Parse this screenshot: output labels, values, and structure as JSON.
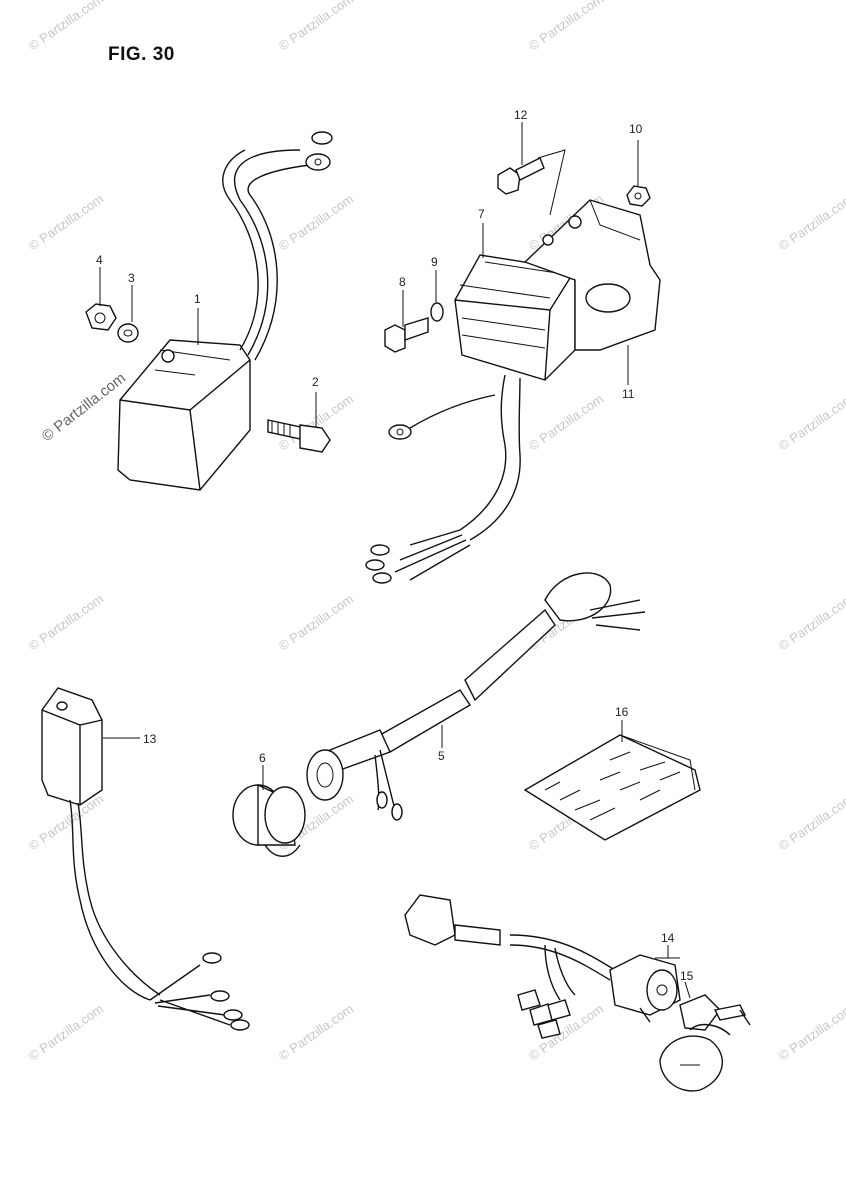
{
  "figure": {
    "title": "FIG. 30"
  },
  "watermark": {
    "main": "© Partzilla.com",
    "tile": "© Partzilla.com"
  },
  "callouts": {
    "p1": "1",
    "p2": "2",
    "p3": "3",
    "p4": "4",
    "p5": "5",
    "p6": "6",
    "p7": "7",
    "p8": "8",
    "p9": "9",
    "p10": "10",
    "p11": "11",
    "p12": "12",
    "p13": "13",
    "p14": "14",
    "p15": "15",
    "p16": "16"
  }
}
